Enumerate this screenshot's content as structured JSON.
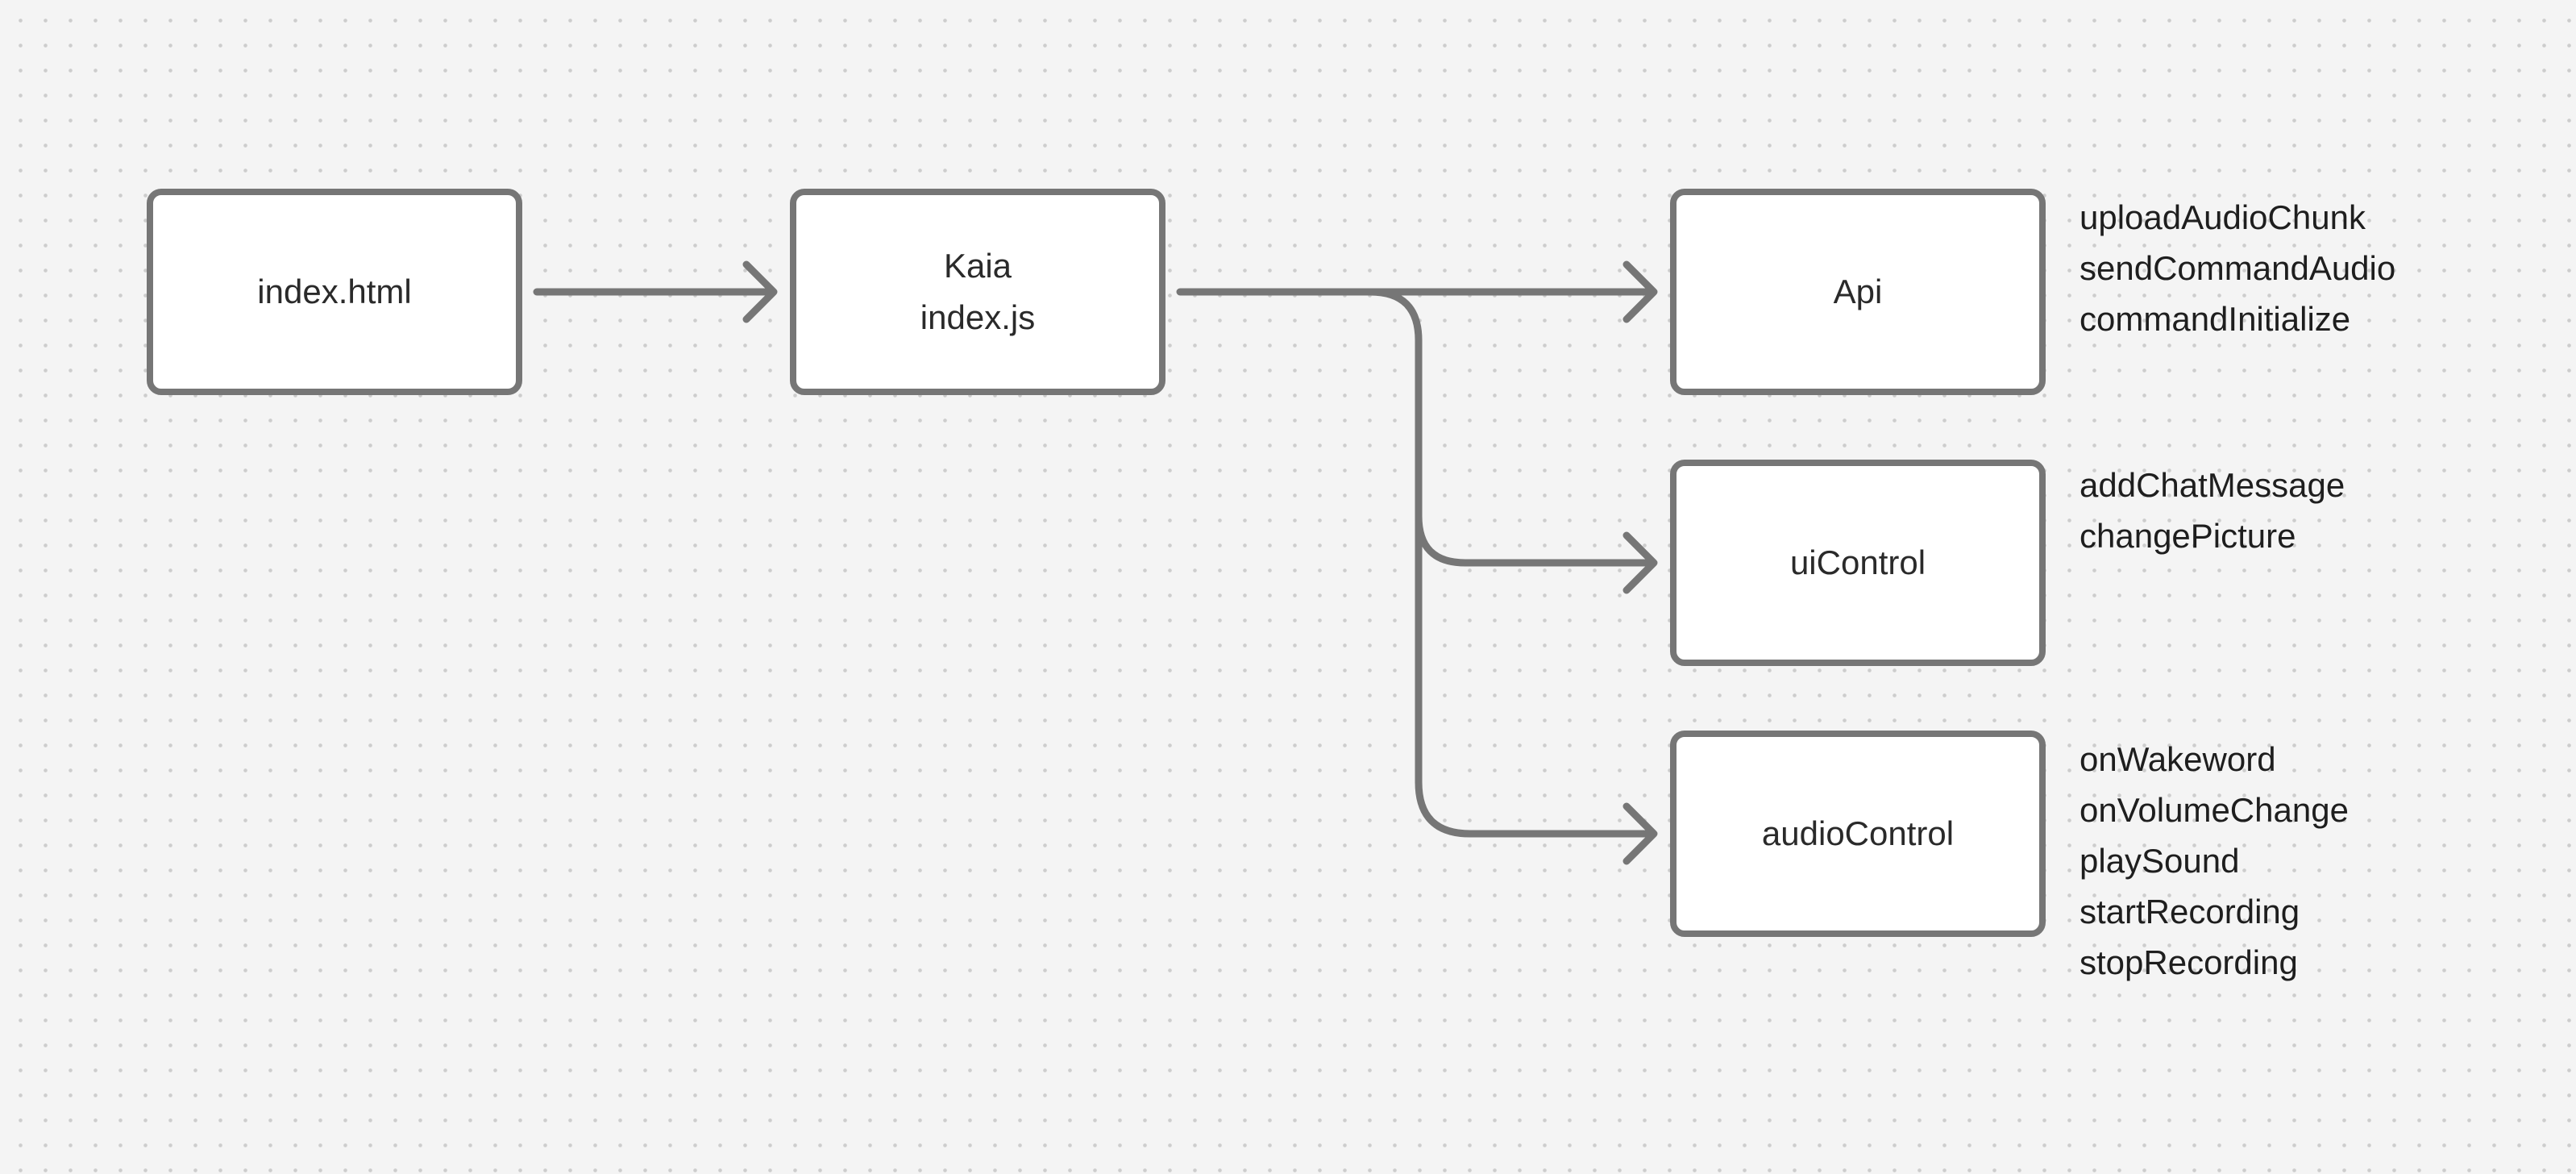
{
  "nodes": {
    "index_html": {
      "label": "index.html"
    },
    "kaia": {
      "title": "Kaia",
      "subtitle": "index.js"
    },
    "api": {
      "label": "Api"
    },
    "ui_control": {
      "label": "uiControl"
    },
    "audio_control": {
      "label": "audioControl"
    }
  },
  "methods": {
    "api": [
      "uploadAudioChunk",
      "sendCommandAudio",
      "commandInitialize"
    ],
    "ui_control": [
      "addChatMessage",
      "changePicture"
    ],
    "audio_control": [
      "onWakeword",
      "onVolumeChange",
      "playSound",
      "startRecording",
      "stopRecording"
    ]
  },
  "colors": {
    "stroke": "#767676",
    "background": "#f4f4f4",
    "grid_dot": "#cdcdcd",
    "box_fill": "#ffffff"
  }
}
